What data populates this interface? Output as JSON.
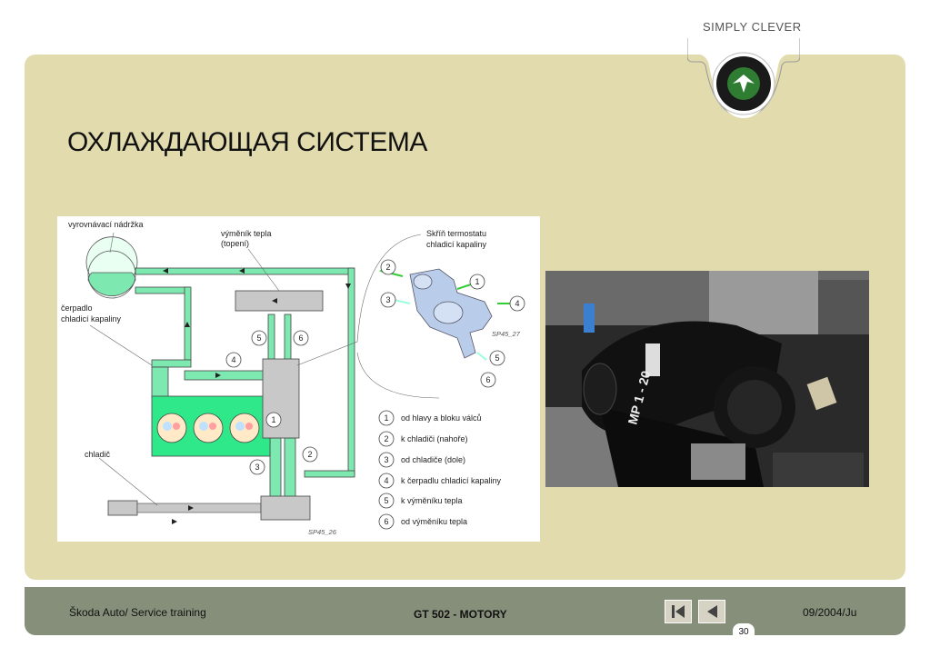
{
  "brand": {
    "tagline": "SIMPLY CLEVER"
  },
  "title": "ОХЛАЖДАЮЩАЯ СИСТЕМА",
  "diagram": {
    "labels": {
      "tank": "vyrovnávací nádržka",
      "heat1": "výměník tepla",
      "heat2": "(topení)",
      "pump1": "čerpadlo",
      "pump2": "chladicí kapaliny",
      "cooler": "chladič",
      "thermo1": "Skříň termostatu",
      "thermo2": "chladicí kapaliny",
      "code1": "SP45_27",
      "code2": "SP45_26"
    },
    "legend": [
      {
        "num": "1",
        "text": "od hlavy a bloku válců"
      },
      {
        "num": "2",
        "text": "k chladiči (nahoře)"
      },
      {
        "num": "3",
        "text": "od chladiče (dole)"
      },
      {
        "num": "4",
        "text": "k čerpadlu chladicí kapaliny"
      },
      {
        "num": "5",
        "text": "k výměníku tepla"
      },
      {
        "num": "6",
        "text": "od výměníku tepla"
      }
    ],
    "markers": {
      "m1": "1",
      "m2": "2",
      "m3": "3",
      "m4": "4",
      "m5": "5",
      "m6": "6"
    }
  },
  "photo": {
    "marking": "MP 1 - 20"
  },
  "footer": {
    "left": "Škoda Auto/ Service training",
    "center": "GT 502 - MOTORY",
    "right": "09/2004/Ju",
    "page": "30"
  },
  "colors": {
    "panel": "#e2dbae",
    "footer": "#858f7a",
    "coolant": "#7de8b0",
    "logo": "#2e7d32"
  }
}
